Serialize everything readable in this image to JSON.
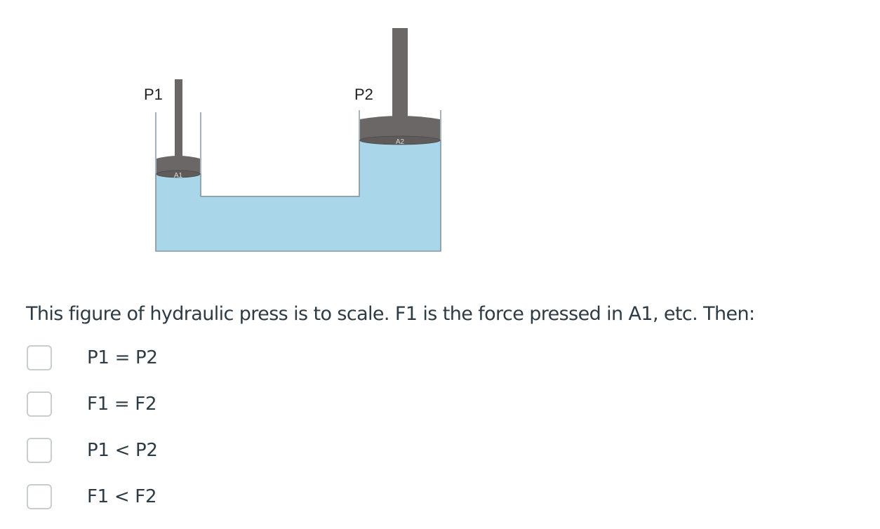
{
  "figure": {
    "labels": {
      "p1": "P1",
      "p2": "P2",
      "a1": "A1",
      "a2": "A2"
    },
    "colors": {
      "liquid": "#a9d6e8",
      "piston": "#6b6767",
      "wall": "#8a9aa5"
    }
  },
  "question": {
    "text": "This figure of hydraulic press is to scale.  F1 is the force pressed in A1, etc.  Then:"
  },
  "options": [
    {
      "label": "P1 = P2",
      "checked": false
    },
    {
      "label": "F1 = F2",
      "checked": false
    },
    {
      "label": "P1 < P2",
      "checked": false
    },
    {
      "label": "F1 < F2",
      "checked": false
    }
  ]
}
